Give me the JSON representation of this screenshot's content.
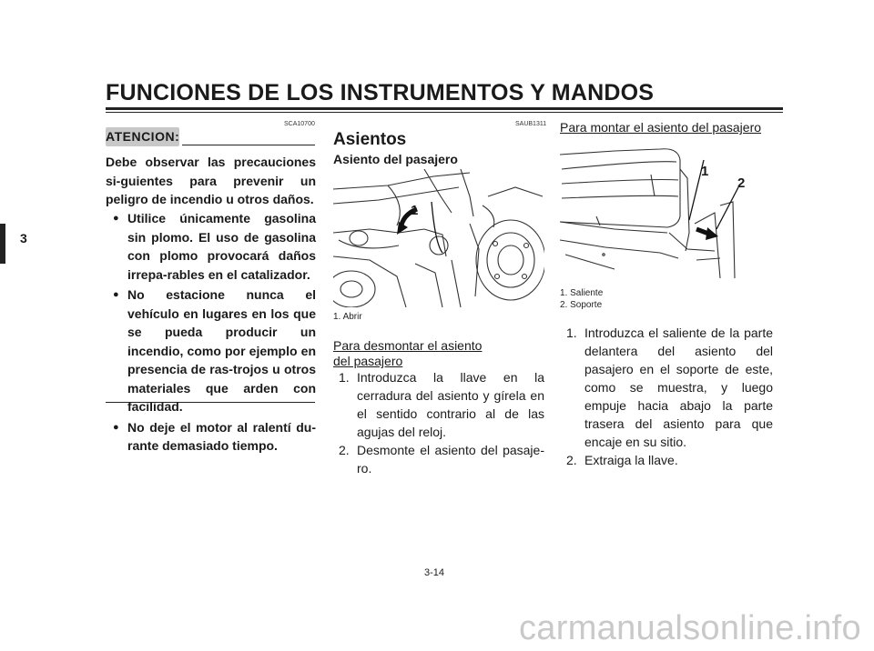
{
  "header": {
    "title": "FUNCIONES DE LOS INSTRUMENTOS Y MANDOS",
    "chapter": "3"
  },
  "left": {
    "code": "SCA10700",
    "caution_label": "ATENCION:",
    "intro": "Debe observar las precauciones si-guientes para prevenir un peligro de incendio u otros daños.",
    "bullets": [
      "Utilice únicamente gasolina sin plomo. El uso de gasolina con plomo provocará daños irrepa-rables en el catalizador.",
      "No estacione nunca el vehículo en lugares en los que se pueda producir un incendio, como por ejemplo en presencia de ras-trojos u otros materiales que arden con facilidad.",
      "No deje el motor al ralentí du-rante demasiado tiempo."
    ]
  },
  "middle": {
    "code": "SAUB1311",
    "heading": "Asientos",
    "subheading": "Asiento del pasajero",
    "figure_callout": "1",
    "caption": "1. Abrir",
    "procedure_title_1": "Para desmontar el asiento",
    "procedure_title_2": "del pasajero",
    "steps": [
      {
        "n": "1.",
        "text": "Introduzca la llave en la cerradura del asiento y gírela en el sentido contrario al de las agujas del reloj."
      },
      {
        "n": "2.",
        "text": "Desmonte el asiento del pasaje-ro."
      }
    ]
  },
  "right": {
    "procedure_title": "Para montar el asiento del pasajero",
    "figure_callouts": [
      "1",
      "2"
    ],
    "captions": [
      "1. Saliente",
      "2. Soporte"
    ],
    "steps": [
      {
        "n": "1.",
        "text": "Introduzca el saliente de la parte delantera del asiento del pasajero en el soporte de este, como se muestra, y luego empuje hacia abajo la parte trasera del asiento para que encaje en su sitio."
      },
      {
        "n": "2.",
        "text": "Extraiga la llave."
      }
    ]
  },
  "footer": {
    "page": "3-14",
    "watermark": "carmanualsonline.info"
  }
}
